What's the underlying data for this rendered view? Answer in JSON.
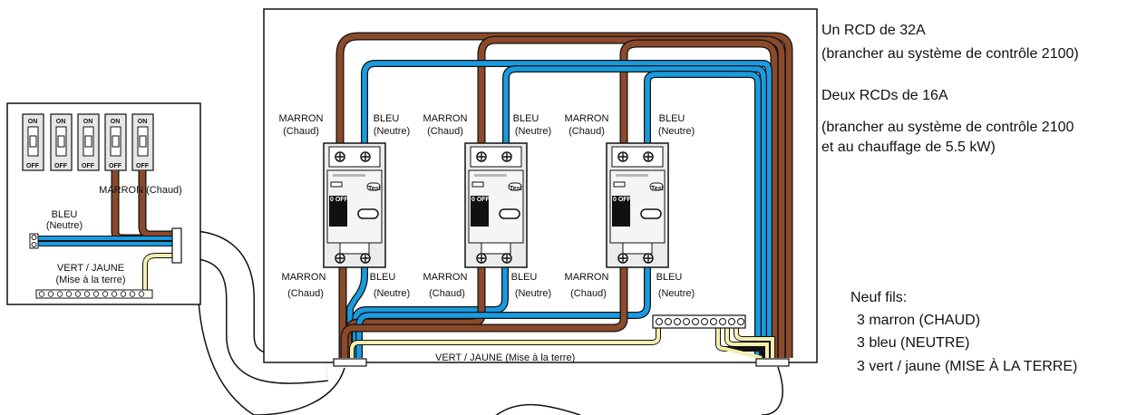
{
  "colors": {
    "brown": "#8a4a2b",
    "blue": "#1a9be0",
    "yellow": "#f4efb0",
    "gray": "#d9d9d9",
    "black": "#111111"
  },
  "left_panel": {
    "switch_on": "ON",
    "switch_off": "OFF",
    "brown_label": "MARRON (Chaud)",
    "blue_label_1": "BLEU",
    "blue_label_2": "(Neutre)",
    "ground_label_1": "VERT / JAUNE",
    "ground_label_2": "(Mise à la terre)"
  },
  "rcd_labels": {
    "top_brown_1": "MARRON",
    "top_brown_2": "(Chaud)",
    "top_blue_1": "BLEU",
    "top_blue_2": "(Neutre)",
    "bottom_brown_1": "MARRON",
    "bottom_brown_2": "(Chaud)",
    "bottom_blue_1": "BLEU",
    "bottom_blue_2": "(Neutre)",
    "off_text": "0 OFF",
    "test_text": "Test"
  },
  "main_box": {
    "ground_label": "VERT / JAUNE (Mise à la terre)"
  },
  "notes": {
    "rcd32_line1": "Un RCD de 32A",
    "rcd32_line2": "(brancher au système de contrôle  2100)",
    "rcd16_line1": "Deux RCDs de 16A",
    "rcd16_line2": "(brancher au système de contrôle  2100",
    "rcd16_line3": "et au chauffage de 5.5 kW)",
    "wires_title": "Neuf fils:",
    "wires_1": "3 marron (CHAUD)",
    "wires_2": "3 bleu (NEUTRE)",
    "wires_3": "3 vert / jaune (MISE À LA TERRE)"
  }
}
